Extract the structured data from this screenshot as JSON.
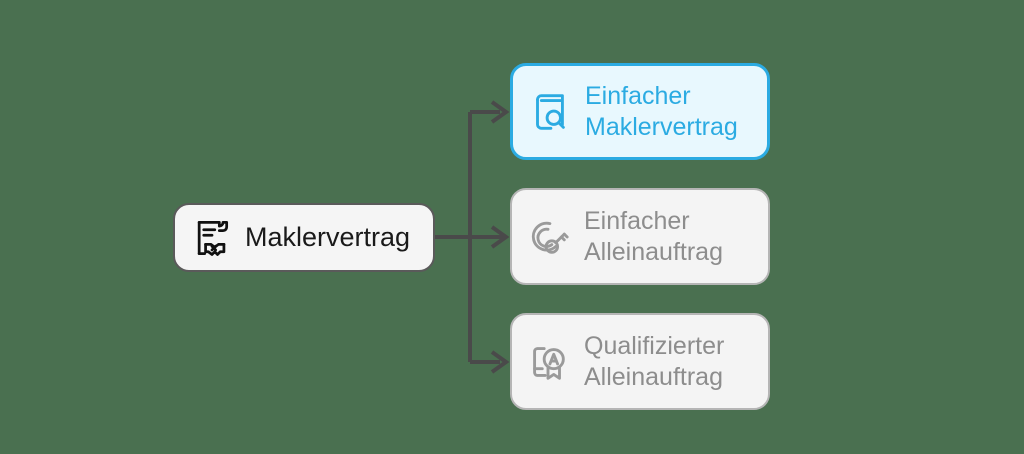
{
  "background_color": "#4a7050",
  "theme": {
    "accent_color": "#2babe2",
    "accent_fill": "#e8f8fe",
    "muted_fill": "#f4f4f4",
    "muted_border": "#b5b5b5",
    "muted_text": "#8d8d8d",
    "root_fill": "#f5f5f5",
    "root_border": "#5a5a5a",
    "root_text": "#1a1a1a",
    "connector_color": "#4a4a4a"
  },
  "diagram": {
    "type": "tree",
    "root": {
      "label": "Maklervertrag",
      "icon": "contract-handshake-icon",
      "state": "default"
    },
    "children": [
      {
        "label": "Einfacher\nMaklervertrag",
        "icon": "book-search-icon",
        "state": "selected"
      },
      {
        "label": "Einfacher\nAlleinauftrag",
        "icon": "circle-key-icon",
        "state": "muted"
      },
      {
        "label": "Qualifizierter\nAlleinauftrag",
        "icon": "certificate-award-a-icon",
        "state": "muted"
      }
    ],
    "connectors": [
      {
        "from": "root",
        "to": "child-0",
        "style": "elbow-arrow"
      },
      {
        "from": "root",
        "to": "child-1",
        "style": "straight-arrow"
      },
      {
        "from": "root",
        "to": "child-2",
        "style": "elbow-arrow"
      }
    ]
  }
}
